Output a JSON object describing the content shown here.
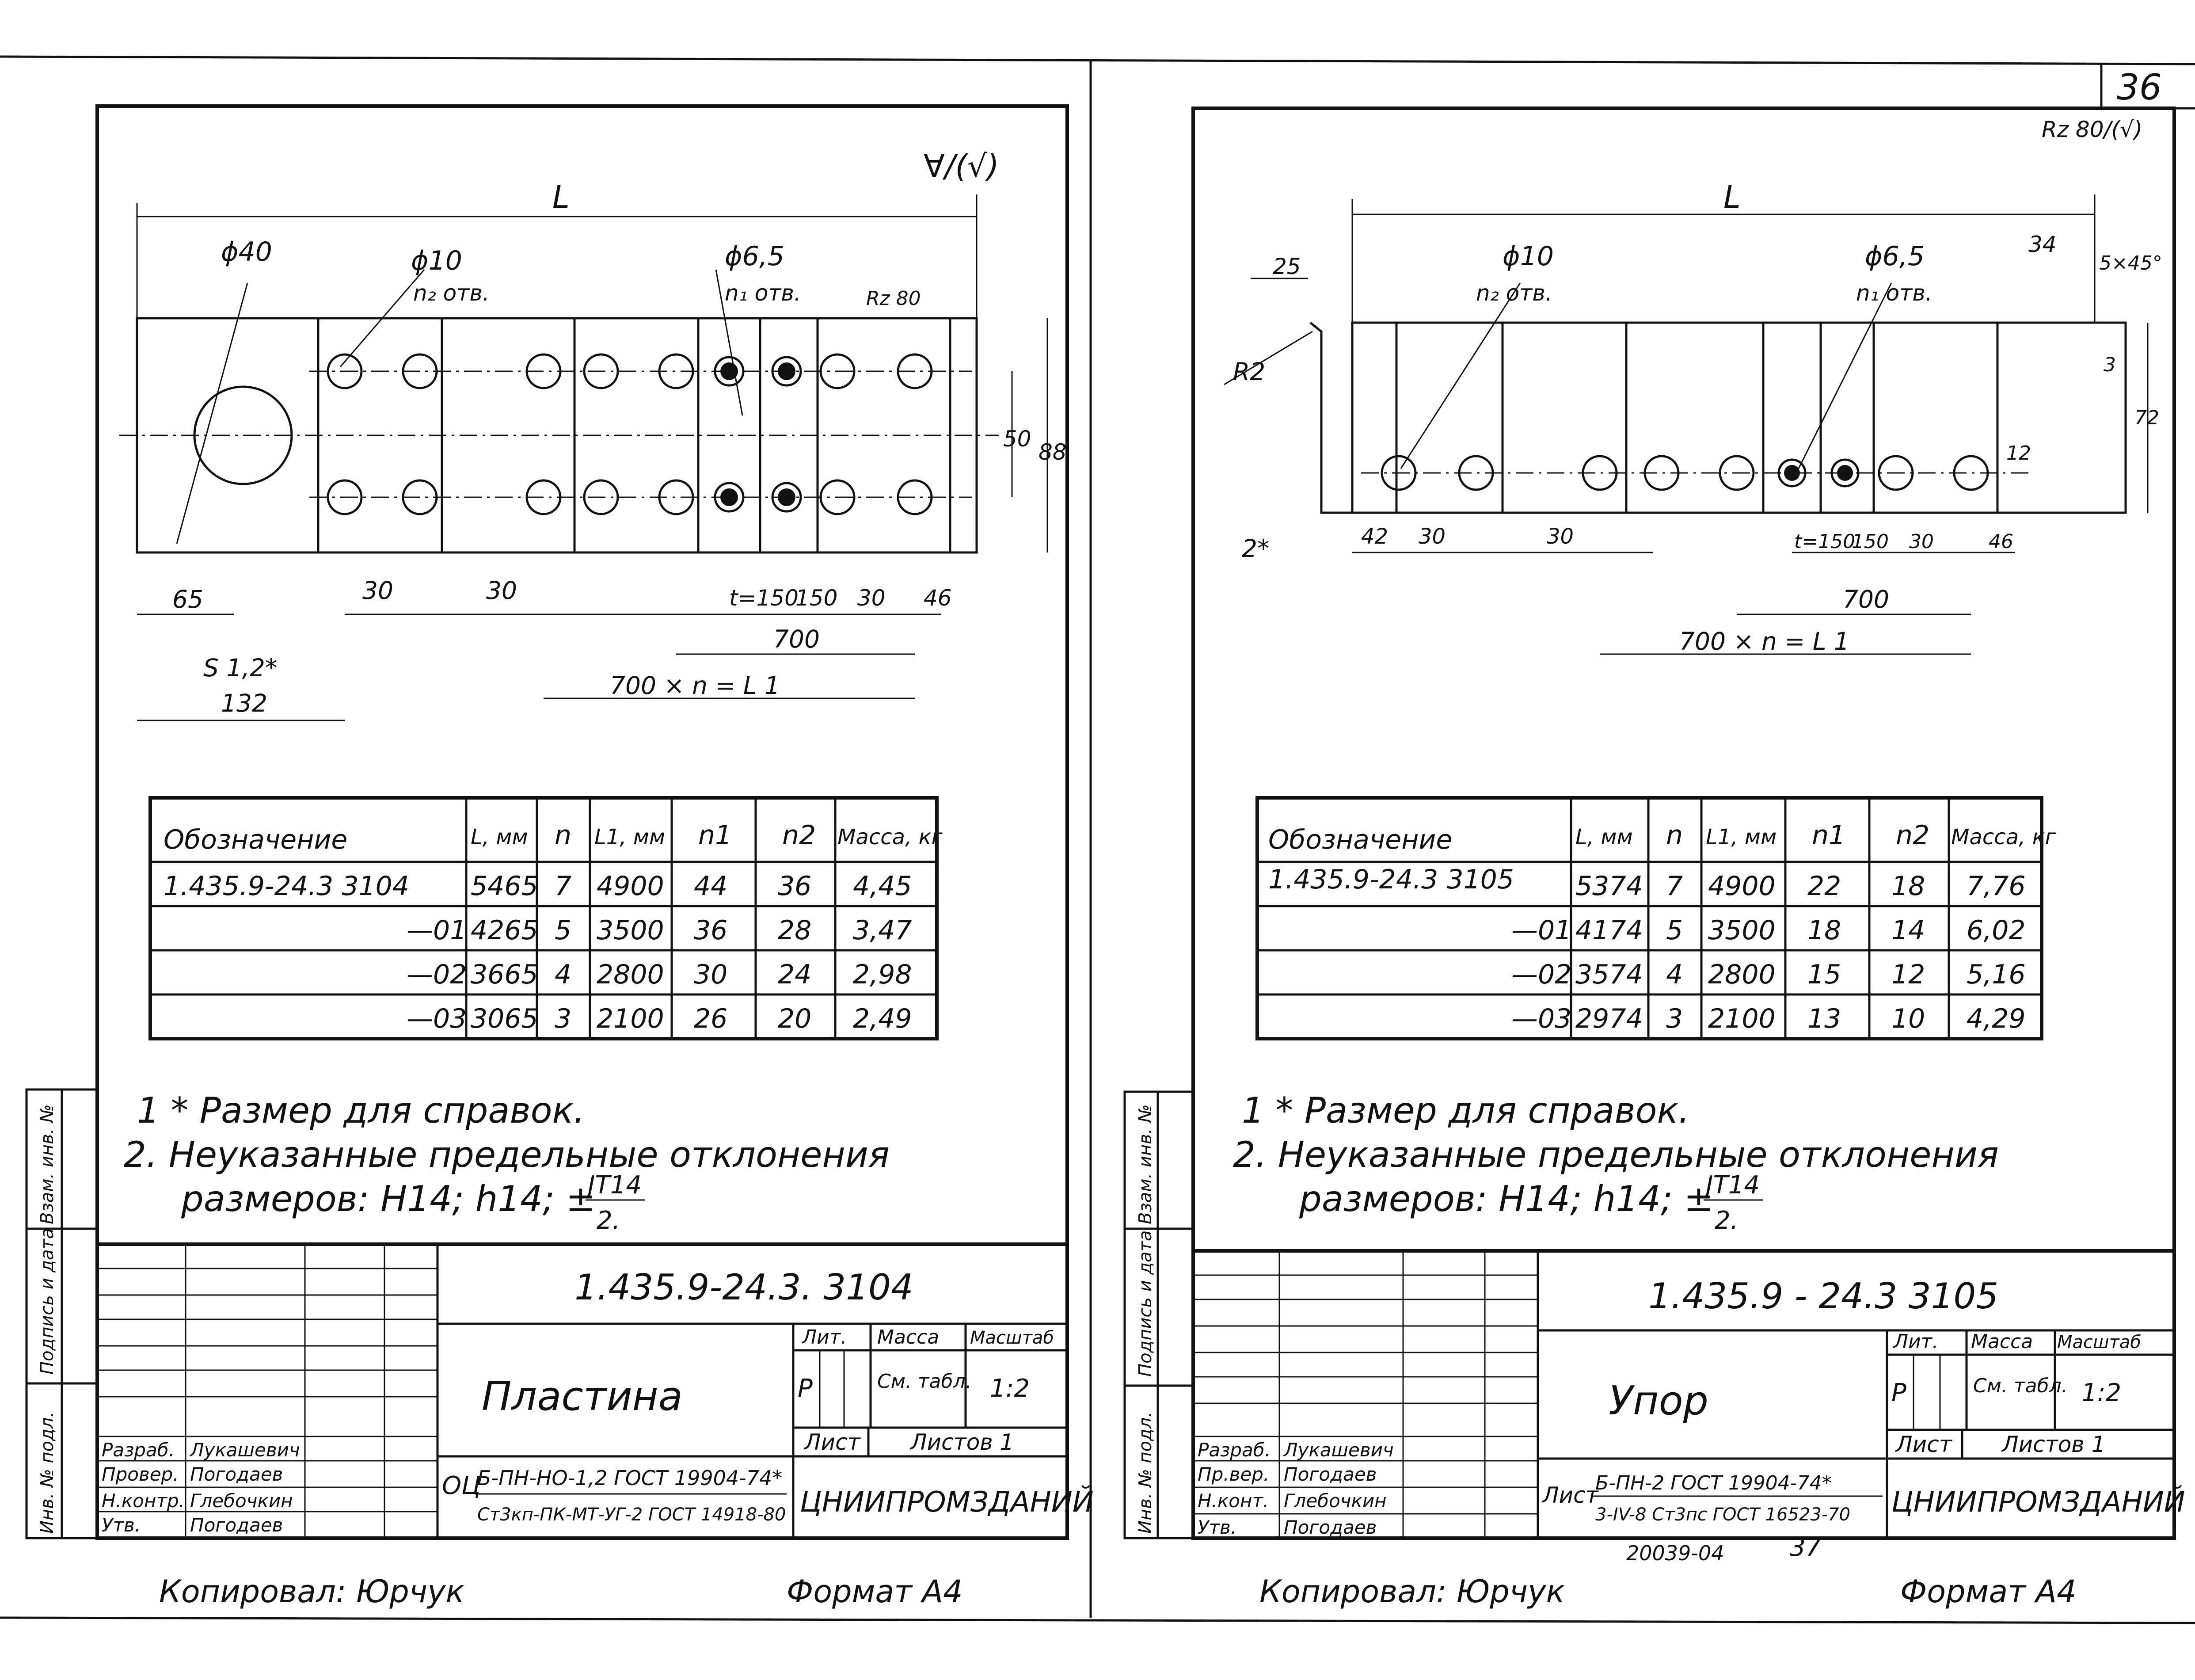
{
  "page_number": "36",
  "roughness_symbols": {
    "left": "∀/(√)",
    "right": "Rz 80/(√)"
  },
  "left": {
    "dims": {
      "L": "L",
      "d40": "ϕ40",
      "d10": "ϕ10",
      "n2_holes": "n₂ отв.",
      "d65": "ϕ6,5",
      "n1_holes": "n₁ отв.",
      "rz80": "Rz 80",
      "d50": "50",
      "d88": "88",
      "d65mm": "65",
      "d30a": "30",
      "d30b": "30",
      "t150": "t=150",
      "d150": "150",
      "d30c": "30",
      "d46": "46",
      "d700": "700",
      "d700n": "700 × n = L 1",
      "s12": "S 1,2*",
      "d132": "132"
    },
    "table": {
      "headers": [
        "Обозначение",
        "L, мм",
        "n",
        "L1, мм",
        "n1",
        "n2",
        "Масса, кг"
      ],
      "rows": [
        [
          "1.435.9-24.3  3104",
          "5465",
          "7",
          "4900",
          "44",
          "36",
          "4,45"
        ],
        [
          "—01",
          "4265",
          "5",
          "3500",
          "36",
          "28",
          "3,47"
        ],
        [
          "—02",
          "3665",
          "4",
          "2800",
          "30",
          "24",
          "2,98"
        ],
        [
          "—03",
          "3065",
          "3",
          "2100",
          "26",
          "20",
          "2,49"
        ]
      ]
    },
    "notes": {
      "n1": "1 * Размер для справок.",
      "n2": "2. Неуказанные предельные отклонения",
      "n3": "размеров:  H14;  h14;  ±",
      "frac_top": "JT14",
      "frac_bottom": "2."
    },
    "stamp": {
      "code": "1.435.9-24.3. 3104",
      "title": "Пластина",
      "lit": "Лит.",
      "mass": "Масса",
      "scale": "Масштаб",
      "p": "Р",
      "see_table": "См. табл.",
      "scale_val": "1:2",
      "sheet": "Лист",
      "sheets": "Листов 1",
      "material_prefix": "ОЦ",
      "material1": "Б-ПН-НО-1,2 ГОСТ 19904-74*",
      "material2": "Ст3кп-ПК-МТ-УГ-2 ГОСТ 14918-80",
      "org": "ЦНИИПРОМЗДАНИЙ",
      "roles": [
        "Разраб.",
        "Провер.",
        "Н.контр.",
        "Утв."
      ],
      "names": [
        "Лукашевич",
        "Погодаев",
        "Глебочкин",
        "Погодаев"
      ],
      "side_labels": [
        "Взам. инв. №",
        "Подпись и дата",
        "Инв. № подл."
      ]
    },
    "footer": {
      "copied": "Копировал: Юрчук",
      "format": "Формат А4"
    }
  },
  "right": {
    "dims": {
      "L": "L",
      "d10": "ϕ10",
      "n2_holes": "n₂ отв.",
      "d65": "ϕ6,5",
      "n1_holes": "n₁ отв.",
      "d34": "34",
      "chamfer": "5×45°",
      "d25": "25",
      "r2": "R2",
      "d3": "3",
      "d72": "72",
      "d12": "12",
      "d2": "2*",
      "d42": "42",
      "d30a": "30",
      "d30b": "30",
      "t150": "t=150",
      "d150": "150",
      "d30c": "30",
      "d46": "46",
      "d700": "700",
      "d700n": "700 × n = L 1"
    },
    "table": {
      "headers": [
        "Обозначение",
        "L, мм",
        "n",
        "L1, мм",
        "n1",
        "n2",
        "Масса, кг"
      ],
      "rows": [
        [
          "1.435.9-24.3  3105",
          "5374",
          "7",
          "4900",
          "22",
          "18",
          "7,76"
        ],
        [
          "—01",
          "4174",
          "5",
          "3500",
          "18",
          "14",
          "6,02"
        ],
        [
          "—02",
          "3574",
          "4",
          "2800",
          "15",
          "12",
          "5,16"
        ],
        [
          "—03",
          "2974",
          "3",
          "2100",
          "13",
          "10",
          "4,29"
        ]
      ]
    },
    "notes": {
      "n1": "1 * Размер для справок.",
      "n2": "2. Неуказанные предельные отклонения",
      "n3": "размеров:  H14;  h14;  ±",
      "frac_top": "JT14",
      "frac_bottom": "2."
    },
    "stamp": {
      "code": "1.435.9 - 24.3  3105",
      "title": "Упор",
      "lit": "Лит.",
      "mass": "Масса",
      "scale": "Масштаб",
      "p": "Р",
      "see_table": "См. табл.",
      "scale_val": "1:2",
      "sheet": "Лист",
      "sheets": "Листов 1",
      "material_prefix": "Лист",
      "material1": "Б-ПН-2 ГОСТ 19904-74*",
      "material2": "3-IV-8 Ст3пс ГОСТ 16523-70",
      "org": "ЦНИИПРОМЗДАНИЙ",
      "roles": [
        "Разраб.",
        "Пр.вер.",
        "Н.конт.",
        "Утв."
      ],
      "names": [
        "Лукашевич",
        "Погодаев",
        "Глебочкин",
        "Погодаев"
      ],
      "side_labels": [
        "Взам. инв. №",
        "Подпись и дата",
        "Инв. № подл."
      ],
      "order": "20039-04",
      "order_page": "37"
    },
    "footer": {
      "copied": "Копировал: Юрчук",
      "format": "Формат А4"
    }
  }
}
